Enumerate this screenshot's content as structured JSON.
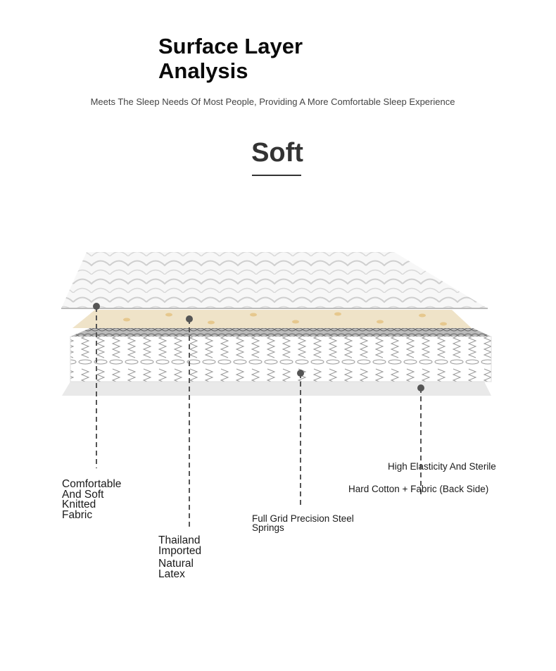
{
  "header": {
    "title_line1": "Surface Layer",
    "title_line2": "Analysis",
    "subtitle": "Meets The Sleep Needs Of Most People, Providing A More Comfortable Sleep Experience",
    "firmness": "Soft"
  },
  "layers": [
    {
      "name": "quilted-top",
      "label_lines": [
        "Comfortable",
        "And Soft",
        "Knitted",
        "Fabric"
      ]
    },
    {
      "name": "latex",
      "label_lines": [
        "Thailand",
        "Imported",
        "Natural",
        "Latex"
      ]
    },
    {
      "name": "springs",
      "label_lines": [
        "Full Grid Precision Steel",
        "Springs"
      ]
    },
    {
      "name": "back",
      "label_lines": [
        "High Elasticity And Sterile",
        "Hard Cotton + Fabric (Back Side)"
      ]
    }
  ],
  "colors": {
    "latex": "#efe3c8",
    "line": "#555555",
    "text": "#1a1a1a"
  }
}
